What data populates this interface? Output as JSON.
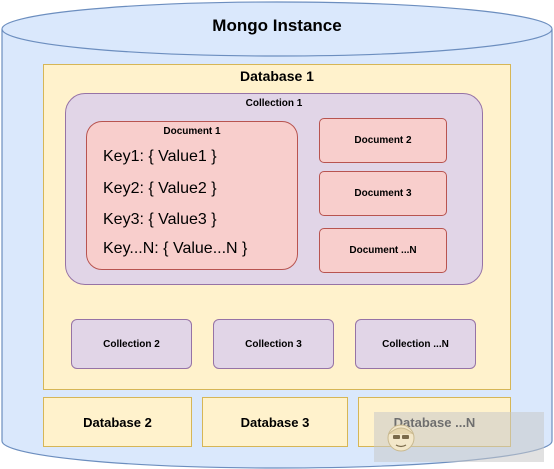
{
  "colors": {
    "instance_fill": "#dae8fc",
    "instance_stroke": "#6c8ebf",
    "database_fill": "#fff2cc",
    "database_stroke": "#d6b656",
    "collection_fill": "#e1d5e7",
    "collection_stroke": "#9673a6",
    "document_fill": "#f8cecc",
    "document_stroke": "#b85450"
  },
  "instance": {
    "title": "Mongo Instance"
  },
  "database_1": {
    "label": "Database 1",
    "collection_1": {
      "label": "Collection 1",
      "document_1": {
        "label": "Document 1",
        "pairs": [
          "Key1: { Value1 }",
          "Key2: { Value2 }",
          "Key3: { Value3 }",
          "Key...N: { Value...N }"
        ]
      },
      "documents": [
        "Document 2",
        "Document 3",
        "Document ...N"
      ]
    },
    "collections": [
      "Collection 2",
      "Collection 3",
      "Collection ...N"
    ]
  },
  "databases": [
    "Database 2",
    "Database 3",
    "Database ...N"
  ],
  "watermark_icon": "avatar-face-icon"
}
